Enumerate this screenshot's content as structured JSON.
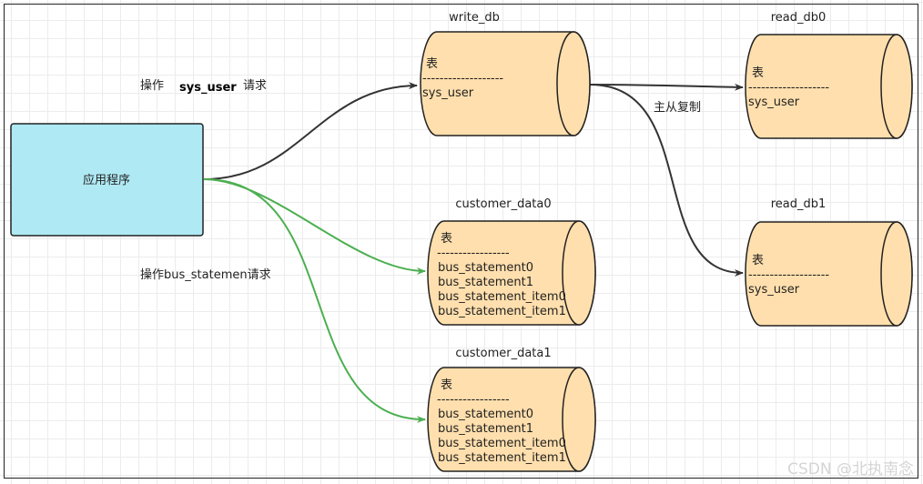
{
  "app": {
    "label": "应用程序",
    "fill": "#afe9f4"
  },
  "annotations": {
    "sys_user_req": {
      "prefix": "操作",
      "table": "sys_user",
      "suffix": "请求"
    },
    "bus_req": "操作bus_statemen请求",
    "replication": "主从复制"
  },
  "databases": {
    "write_db": {
      "name": "write_db",
      "header": "表",
      "divider": "-------------------",
      "tables": [
        "sys_user"
      ]
    },
    "read_db0": {
      "name": "read_db0",
      "header": "表",
      "divider": "-------------------",
      "tables": [
        "sys_user"
      ]
    },
    "read_db1": {
      "name": "read_db1",
      "header": "表",
      "divider": "-------------------",
      "tables": [
        "sys_user"
      ]
    },
    "customer_data0": {
      "name": "customer_data0",
      "header": "表",
      "divider": "-----------------",
      "tables": [
        "bus_statement0",
        "bus_statement1",
        "bus_statement_item0",
        "bus_statement_item1"
      ]
    },
    "customer_data1": {
      "name": "customer_data1",
      "header": "表",
      "divider": "-----------------",
      "tables": [
        "bus_statement0",
        "bus_statement1",
        "bus_statement_item0",
        "bus_statement_item1"
      ]
    }
  },
  "colors": {
    "db_fill": "#ffdfad",
    "edge_dark": "#333333",
    "edge_green": "#4caf50"
  },
  "watermark": "CSDN @北执南念"
}
